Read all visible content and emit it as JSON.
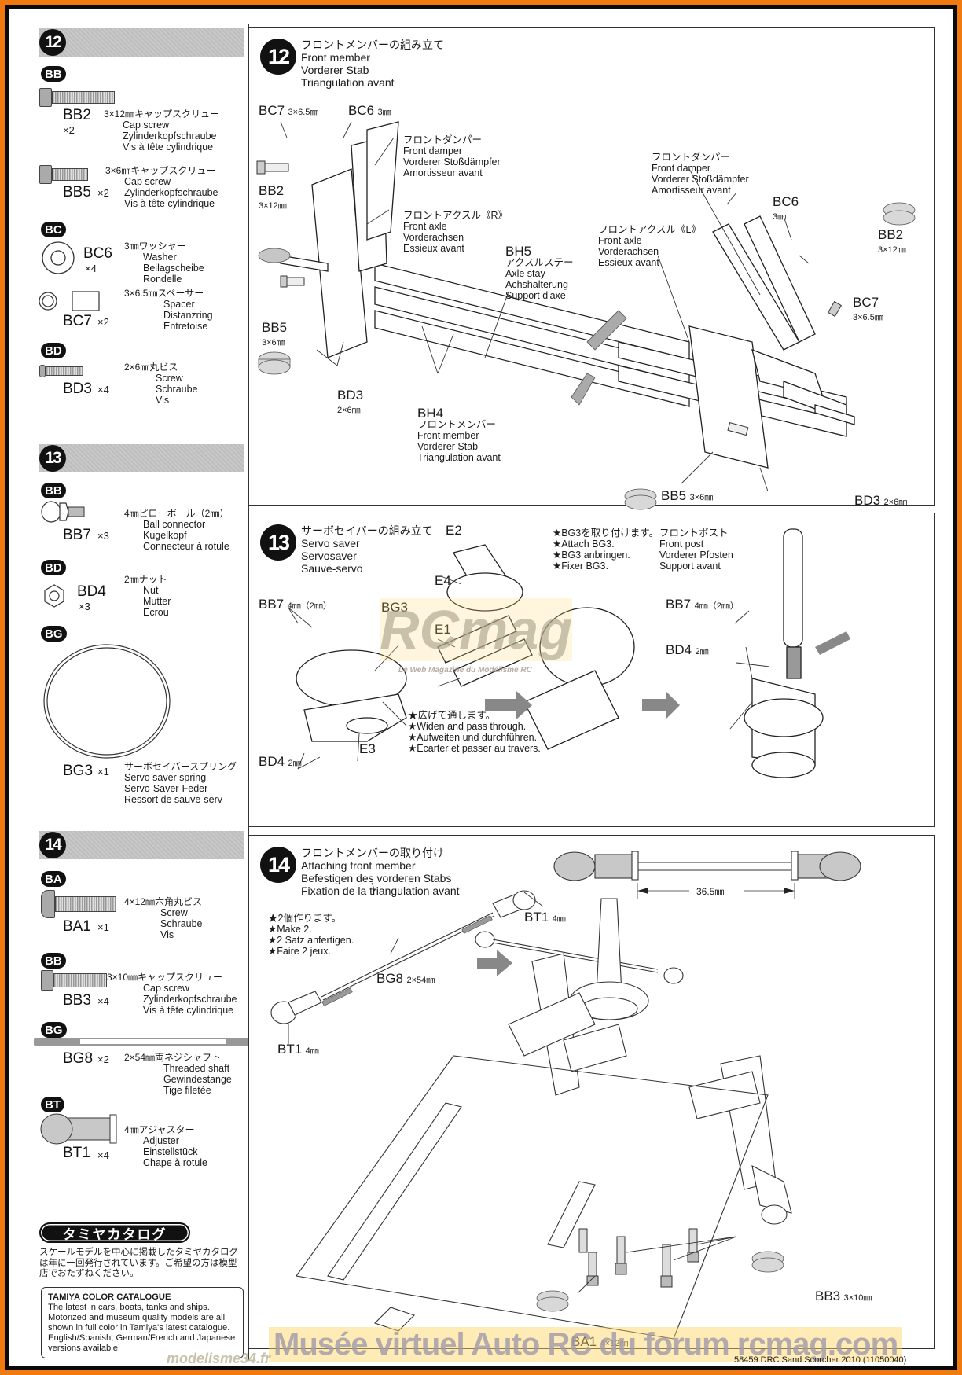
{
  "sidebar": {
    "step12": {
      "number": "12",
      "groups": [
        {
          "category": "BB",
          "parts": [
            {
              "code": "BB2",
              "qty": "×2",
              "jp": "3×12㎜キャップスクリュー",
              "en": "Cap screw",
              "de": "Zylinderkopfschraube",
              "fr": "Vis à tête cylindrique",
              "icon": "cap-screw-long-icon"
            },
            {
              "code": "BB5",
              "qty": "×2",
              "jp": "3×6㎜キャップスクリュー",
              "en": "Cap screw",
              "de": "Zylinderkopfschraube",
              "fr": "Vis à tête cylindrique",
              "icon": "cap-screw-short-icon"
            }
          ]
        },
        {
          "category": "BC",
          "parts": [
            {
              "code": "BC6",
              "qty": "×4",
              "jp": "3㎜ワッシャー",
              "en": "Washer",
              "de": "Beilagscheibe",
              "fr": "Rondelle",
              "icon": "washer-icon"
            },
            {
              "code": "BC7",
              "qty": "×2",
              "jp": "3×6.5㎜スペーサー",
              "en": "Spacer",
              "de": "Distanzring",
              "fr": "Entretoise",
              "icon": "spacer-icon"
            }
          ]
        },
        {
          "category": "BD",
          "parts": [
            {
              "code": "BD3",
              "qty": "×4",
              "jp": "2×6㎜丸ビス",
              "en": "Screw",
              "de": "Schraube",
              "fr": "Vis",
              "icon": "round-screw-icon"
            }
          ]
        }
      ]
    },
    "step13": {
      "number": "13",
      "groups": [
        {
          "category": "BB",
          "parts": [
            {
              "code": "BB7",
              "qty": "×3",
              "jp": "4㎜ピローボール（2㎜）",
              "en": "Ball connector",
              "de": "Kugelkopf",
              "fr": "Connecteur à rotule",
              "icon": "ball-connector-icon"
            }
          ]
        },
        {
          "category": "BD",
          "parts": [
            {
              "code": "BD4",
              "qty": "×3",
              "jp": "2㎜ナット",
              "en": "Nut",
              "de": "Mutter",
              "fr": "Ecrou",
              "icon": "hex-nut-icon"
            }
          ]
        },
        {
          "category": "BG",
          "parts": [
            {
              "code": "BG3",
              "qty": "×1",
              "jp": "サーボセイバースプリング",
              "en": "Servo saver spring",
              "de": "Servo-Saver-Feder",
              "fr": "Ressort de sauve-serv",
              "icon": "spring-ring-icon"
            }
          ]
        }
      ]
    },
    "step14": {
      "number": "14",
      "groups": [
        {
          "category": "BA",
          "parts": [
            {
              "code": "BA1",
              "qty": "×1",
              "jp": "4×12㎜六角丸ビス",
              "en": "Screw",
              "de": "Schraube",
              "fr": "Vis",
              "icon": "button-head-screw-icon"
            }
          ]
        },
        {
          "category": "BB",
          "parts": [
            {
              "code": "BB3",
              "qty": "×4",
              "jp": "3×10㎜キャップスクリュー",
              "en": "Cap screw",
              "de": "Zylinderkopfschraube",
              "fr": "Vis à tête cylindrique",
              "icon": "cap-screw-icon"
            }
          ]
        },
        {
          "category": "BG",
          "parts": [
            {
              "code": "BG8",
              "qty": "×2",
              "jp": "2×54㎜両ネジシャフト",
              "en": "Threaded shaft",
              "de": "Gewindestange",
              "fr": "Tige filetée",
              "icon": "threaded-shaft-icon"
            }
          ]
        },
        {
          "category": "BT",
          "parts": [
            {
              "code": "BT1",
              "qty": "×4",
              "jp": "4㎜アジャスター",
              "en": "Adjuster",
              "de": "Einstellstück",
              "fr": "Chape à rotule",
              "icon": "adjuster-icon"
            }
          ]
        }
      ]
    },
    "catalog": {
      "pill": "タミヤカタログ",
      "jp_text": "スケールモデルを中心に掲載したタミヤカタログは年に一回発行されています。ご希望の方は模型店でおたずねください。",
      "box_title": "TAMIYA COLOR CATALOGUE",
      "box_text": "The latest in cars, boats, tanks and ships. Motorized and museum quality models are all shown in full color in Tamiya's latest catalogue. English/Spanish, German/French and Japanese versions available."
    }
  },
  "steps": {
    "s12": {
      "number": "12",
      "title_jp": "フロントメンバーの組み立て",
      "title_en": "Front member",
      "title_de": "Vorderer Stab",
      "title_fr": "Triangulation avant",
      "labels": {
        "bc7_left": {
          "code": "BC7",
          "size": "3×6.5㎜"
        },
        "bc6_left": {
          "code": "BC6",
          "size": "3㎜"
        },
        "bb2_left": {
          "code": "BB2",
          "size": "3×12㎜"
        },
        "bb5_left": {
          "code": "BB5",
          "size": "3×6㎜"
        },
        "bd3_left": {
          "code": "BD3",
          "size": "2×6㎜"
        },
        "damper_left": {
          "jp": "フロントダンパー",
          "en": "Front damper",
          "de": "Vorderer Stoßdämpfer",
          "fr": "Amortisseur avant"
        },
        "axle_r": {
          "jp": "フロントアクスル《R》",
          "en": "Front axle",
          "de": "Vorderachsen",
          "fr": "Essieux avant"
        },
        "bh5": {
          "code": "BH5",
          "jp": "アクスルステー",
          "en": "Axle stay",
          "de": "Achshalterung",
          "fr": "Support d'axe"
        },
        "bh4": {
          "code": "BH4",
          "jp": "フロントメンバー",
          "en": "Front member",
          "de": "Vorderer Stab",
          "fr": "Triangulation avant"
        },
        "damper_right": {
          "jp": "フロントダンパー",
          "en": "Front damper",
          "de": "Vorderer Stoßdämpfer",
          "fr": "Amortisseur avant"
        },
        "axle_l": {
          "jp": "フロントアクスル《L》",
          "en": "Front axle",
          "de": "Vorderachsen",
          "fr": "Essieux avant"
        },
        "bc6_right": {
          "code": "BC6",
          "size": "3㎜"
        },
        "bb2_right": {
          "code": "BB2",
          "size": "3×12㎜"
        },
        "bc7_right": {
          "code": "BC7",
          "size": "3×6.5㎜"
        },
        "bb5_right": {
          "code": "BB5",
          "size": "3×6㎜"
        },
        "bd3_right": {
          "code": "BD3",
          "size": "2×6㎜"
        }
      }
    },
    "s13": {
      "number": "13",
      "title_jp": "サーボセイバーの組み立て",
      "title_en": "Servo saver",
      "title_de": "Servosaver",
      "title_fr": "Sauve-servo",
      "labels": {
        "e2": "E2",
        "e4": "E4",
        "e1": "E1",
        "e3": "E3",
        "bg3": "BG3",
        "bb7_left": {
          "code": "BB7",
          "size": "4㎜（2㎜）"
        },
        "bd4_left": {
          "code": "BD4",
          "size": "2㎜"
        },
        "bb7_right": {
          "code": "BB7",
          "size": "4㎜（2㎜）"
        },
        "bd4_right": {
          "code": "BD4",
          "size": "2㎜"
        },
        "attach_note": [
          "★BG3を取り付けます。",
          "★Attach BG3.",
          "★BG3 anbringen.",
          "★Fixer BG3."
        ],
        "widen_note": [
          "★広げて通します。",
          "★Widen and pass through.",
          "★Aufweiten und durchführen.",
          "★Ecarter et passer au travers."
        ],
        "front_post": {
          "jp": "フロントポスト",
          "en": "Front post",
          "de": "Vorderer Pfosten",
          "fr": "Support avant"
        }
      }
    },
    "s14": {
      "number": "14",
      "title_jp": "フロントメンバーの取り付け",
      "title_en": "Attaching front member",
      "title_de": "Befestigen des vorderen Stabs",
      "title_fr": "Fixation de la triangulation avant",
      "labels": {
        "make2": [
          "★2個作ります。",
          "★Make 2.",
          "★2 Satz anfertigen.",
          "★Faire 2 jeux."
        ],
        "bt1_top": {
          "code": "BT1",
          "size": "4㎜"
        },
        "bt1_bottom": {
          "code": "BT1",
          "size": "4㎜"
        },
        "bg8": {
          "code": "BG8",
          "size": "2×54㎜"
        },
        "dimension": "36.5㎜",
        "bb3": {
          "code": "BB3",
          "size": "3×10㎜"
        },
        "ba1": {
          "code": "BA1",
          "size": "4×12㎜"
        }
      }
    }
  },
  "watermarks": {
    "center": "RCmag",
    "center_sub": "Le Web Magazine du Modélisme RC",
    "bottom": "Musée virtuel Auto RC du forum rcmag.com",
    "corner": "modelisme34.fr"
  },
  "footer": "58459 DRC Sand Scorcher 2010 (11050040)",
  "colors": {
    "border_orange": "#f07a10",
    "frame_black": "#0a0a0a",
    "ink": "#1a1a1a",
    "bar_grey": "#c4c4c4"
  }
}
